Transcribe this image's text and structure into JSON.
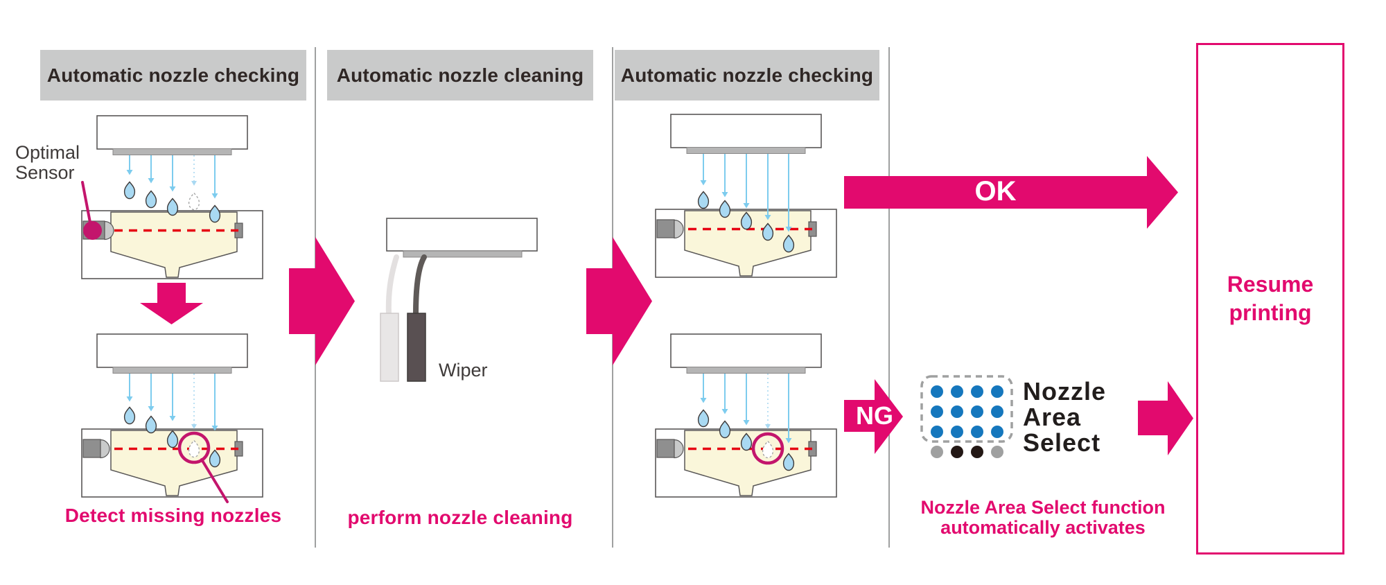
{
  "panels": {
    "check1": {
      "header": "Automatic nozzle checking",
      "sensor_label_line1": "Optimal",
      "sensor_label_line2": "Sensor",
      "caption": "Detect missing nozzles"
    },
    "clean": {
      "header": "Automatic nozzle cleaning",
      "wiper_label": "Wiper",
      "caption": "perform nozzle cleaning"
    },
    "check2": {
      "header": "Automatic nozzle checking"
    }
  },
  "flow": {
    "ok_label": "OK",
    "ng_label": "NG",
    "resume_line1": "Resume",
    "resume_line2": "printing"
  },
  "nozzle_area_select": {
    "logo_line1": "Nozzle",
    "logo_line2": "Area",
    "logo_line3": "Select",
    "caption_line1": "Nozzle Area Select function",
    "caption_line2": "automatically activates",
    "grid": [
      [
        "blue",
        "blue",
        "blue",
        "blue"
      ],
      [
        "blue",
        "blue",
        "blue",
        "blue"
      ],
      [
        "blue",
        "blue",
        "blue",
        "blue"
      ],
      [
        "gray",
        "black",
        "black",
        "gray"
      ]
    ]
  },
  "colors": {
    "accent_pink": "#e20a6e",
    "deep_pink": "#c3156c",
    "signal_red": "#e60012",
    "stream_blue": "#7dccee",
    "drop_blue": "#a9d9f2",
    "tray_yellow": "#faf6da",
    "header_gray": "#c9caca",
    "ink_dark": "#2f2725",
    "outline_gray": "#595757",
    "divider_gray": "#9fa0a0",
    "logo_blue": "#1577bd",
    "logo_black": "#231815",
    "logo_gray": "#9fa0a0"
  },
  "icons": {
    "flow_arrow": "right-arrow-icon",
    "down_arrow": "down-arrow-icon",
    "droplet": "droplet-icon",
    "missing_droplet": "dashed-droplet-icon",
    "sensor_beam": "red-dashed-beam-icon",
    "optical_sensor": "sensor-dot-icon",
    "wiper": "wiper-blade-icon",
    "nozzle_grid": "nozzle-area-select-logo"
  }
}
